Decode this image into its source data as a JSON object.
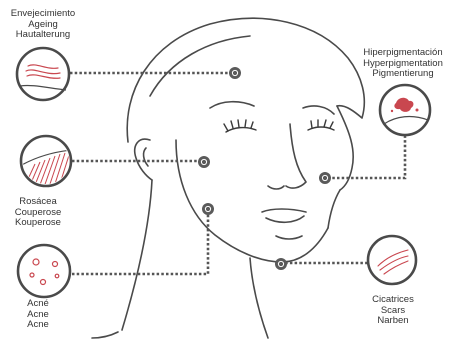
{
  "conditions": [
    {
      "id": "ageing",
      "lines": [
        "Envejecimiento",
        "Ageing",
        "Hautalterung"
      ],
      "icon": "wrinkle-lines-icon"
    },
    {
      "id": "hyper",
      "lines": [
        "Hiperpigmentación",
        "Hyperpigmentation",
        "Pigmentierung"
      ],
      "icon": "pigment-spot-icon"
    },
    {
      "id": "rosacea",
      "lines": [
        "Rosácea",
        "Couperose",
        "Kouperose"
      ],
      "icon": "redness-skin-layer-icon"
    },
    {
      "id": "acne",
      "lines": [
        "Acné",
        "Acne",
        "Acne"
      ],
      "icon": "pimples-icon"
    },
    {
      "id": "scars",
      "lines": [
        "Cicatrices",
        "Scars",
        "Narben"
      ],
      "icon": "scar-lines-icon"
    }
  ],
  "colors": {
    "line_art": "#4a4a4a",
    "connector": "#555555",
    "marker": "#5a5a5a",
    "accent_red": "#c9474f",
    "label_text": "#333333"
  }
}
